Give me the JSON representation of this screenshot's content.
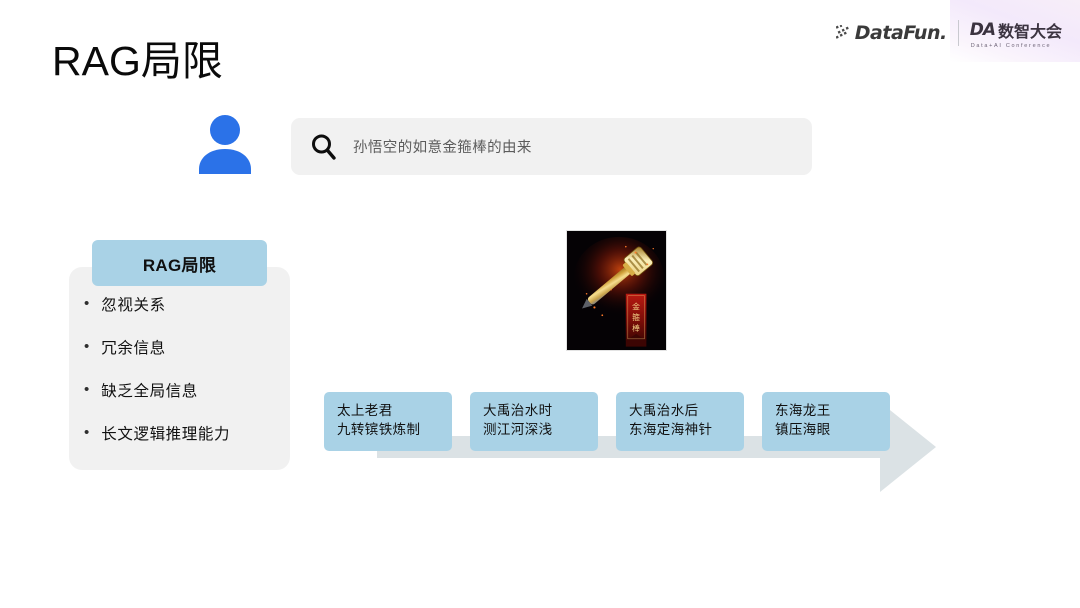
{
  "brand": {
    "datafun_word": "DataFun.",
    "datafun_dots_icon": "dot-matrix-icon",
    "divider": "brand-divider",
    "da_mark": "DA",
    "da_cn": "数智大会",
    "da_sub": "Data+AI Conference"
  },
  "title": "RAG局限",
  "query": {
    "avatar_icon": "person-icon",
    "search_icon": "search-icon",
    "text": "孙悟空的如意金箍棒的由来"
  },
  "limitations": {
    "header": "RAG局限",
    "bullet": "•",
    "items": [
      "忽视关系",
      "冗余信息",
      "缺乏全局信息",
      "长文逻辑推理能力"
    ]
  },
  "illustration": {
    "alt": "金箍棒",
    "banner_text": "金箍棒"
  },
  "timeline": {
    "boxes": [
      {
        "line1": "太上老君",
        "line2": "九转镔铁炼制"
      },
      {
        "line1": "大禹治水时",
        "line2": "测江河深浅"
      },
      {
        "line1": "大禹治水后",
        "line2": "东海定海神针"
      },
      {
        "line1": "东海龙王",
        "line2": "镇压海眼"
      }
    ]
  },
  "colors": {
    "accent_blue": "#a9d2e6",
    "card_gray": "#f1f1f1",
    "arrow_gray": "#dbe2e5",
    "avatar_blue": "#2b72e8"
  }
}
